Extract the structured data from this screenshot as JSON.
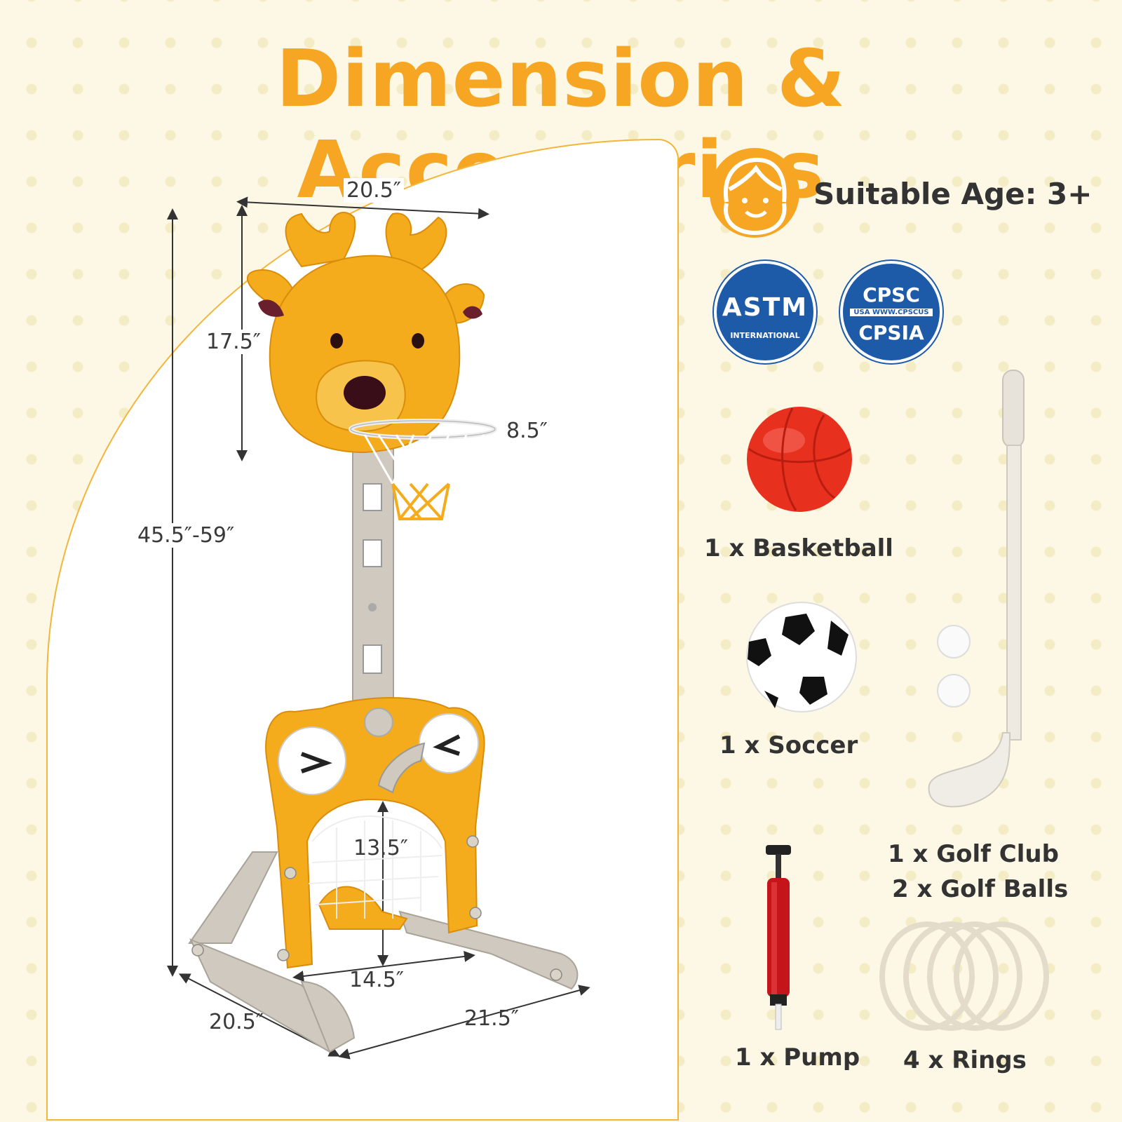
{
  "title": "Dimension & Accessories",
  "dimensions": {
    "top_width": "20.5″",
    "total_height": "45.5″-59″",
    "board_height": "17.5″",
    "hoop_diameter": "8.5″",
    "goal_height": "13.5″",
    "goal_width": "14.5″",
    "base_depth": "20.5″",
    "base_width": "21.5″"
  },
  "age": {
    "label": "Suitable Age: 3+",
    "icon": "child-face-icon"
  },
  "certifications": {
    "astm": {
      "main": "ASTM",
      "sub": "INTERNATIONAL"
    },
    "cpsc": {
      "top": "CPSC",
      "mid": "USA  WWW.CPSCUS",
      "bottom": "CPSIA"
    }
  },
  "accessories": {
    "basketball": "1 x Basketball",
    "soccer": "1 x Soccer",
    "golf_club": "1 x Golf Club",
    "golf_balls": "2 x Golf Balls",
    "pump": "1 x Pump",
    "rings": "4 x Rings"
  },
  "colors": {
    "accent": "#f6a623",
    "toy_yellow": "#f4ac1c",
    "toy_gray": "#cfc9bf",
    "badge_blue": "#1d5aa8",
    "ball_red": "#e8301f"
  }
}
